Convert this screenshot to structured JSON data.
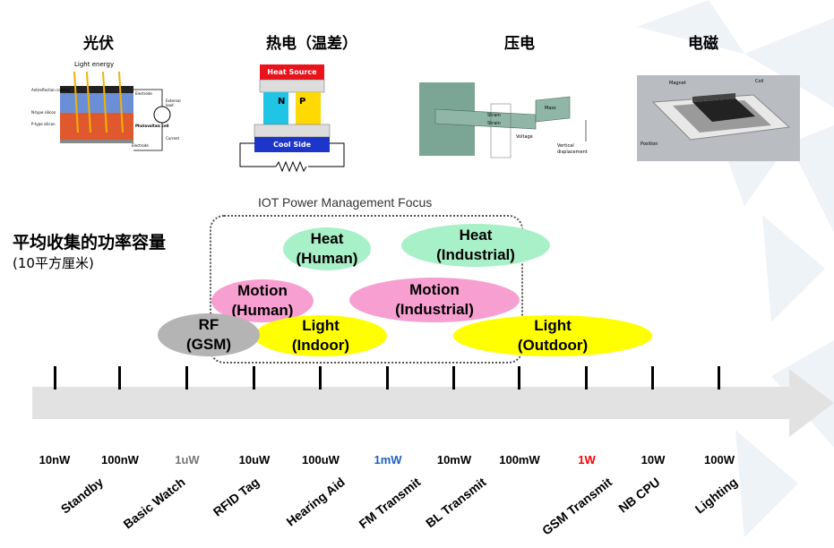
{
  "headers": {
    "pv": "光伏",
    "thermo": "热电（温差）",
    "piezo": "压电",
    "em": "电磁"
  },
  "pv_figure": {
    "light_energy": "Light energy",
    "antireflection": "Antireflection coating",
    "n_type": "N-type silicon",
    "p_type": "P-type silicon",
    "electrode_top": "Electrode",
    "electrode_bottom": "Electrode",
    "external_load": "External load",
    "pv_cell": "Photovoltaic cell",
    "current": "Current"
  },
  "thermo_figure": {
    "heat_source": "Heat Source",
    "cool_side": "Cool Side",
    "n": "N",
    "p": "P"
  },
  "piezo_figure": {
    "strain1": "Strain",
    "strain2": "Strain",
    "mass": "Mass",
    "voltage": "Voltage",
    "vertical": "Vertical",
    "displacement": "displacement"
  },
  "em_figure": {
    "magnet": "Magnet",
    "coil": "Coil",
    "position": "Position"
  },
  "left_title": {
    "main": "平均收集的功率容量",
    "sub": "(10平方厘米)"
  },
  "focus_box": {
    "label": "IOT Power Management Focus"
  },
  "ellipses": {
    "heat_human": "Heat\n(Human)",
    "heat_industrial": "Heat\n(Industrial)",
    "motion_human": "Motion\n(Human)",
    "motion_industrial": "Motion\n(Industrial)",
    "rf_gsm": "RF\n(GSM)",
    "light_indoor": "Light\n(Indoor)",
    "light_outdoor": "Light\n(Outdoor)"
  },
  "colors": {
    "heat": "#a8f0c8",
    "motion": "#f79fd0",
    "light": "#ffff00",
    "rf": "#b4b4b4",
    "blue_value": "#1f5fbf",
    "red_value": "#ff0000"
  },
  "scale": {
    "values": [
      "10nW",
      "100nW",
      "1uW",
      "10uW",
      "100uW",
      "1mW",
      "10mW",
      "100mW",
      "1W",
      "10W",
      "100W"
    ],
    "labels": [
      "Standby",
      "Basic Watch",
      "RFID Tag",
      "Hearing Aid",
      "FM Transmit",
      "BL Transmit",
      "GSM Transmit",
      "NB CPU",
      "Lighting"
    ]
  }
}
